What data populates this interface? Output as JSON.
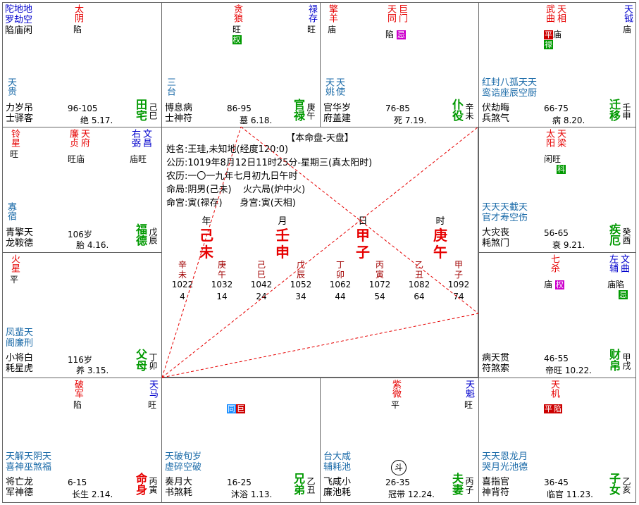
{
  "center": {
    "title": "【本命盘-天盘】",
    "name_line": "姓名:王珪,未知地(经度120:0)",
    "solar_line": "公历:1019年8月12日11时25分-星期三(真太阳时)",
    "lunar_line": "农历:一〇一九年七月初九日午时",
    "ju_line": "命局:阴男(己未)    火六局(炉中火)",
    "gong_line": "命宫:寅(禄存)      身宫:寅(天相)",
    "pillars": [
      {
        "label": "年",
        "top": "己",
        "bottom": "未"
      },
      {
        "label": "月",
        "top": "壬",
        "bottom": "申"
      },
      {
        "label": "日",
        "top": "甲",
        "bottom": "子"
      },
      {
        "label": "时",
        "top": "庚",
        "bottom": "午"
      }
    ],
    "dayun": [
      {
        "gan": "辛",
        "zhi": "未",
        "year": "1022",
        "age": "4"
      },
      {
        "gan": "庚",
        "zhi": "午",
        "year": "1032",
        "age": "14"
      },
      {
        "gan": "己",
        "zhi": "巳",
        "year": "1042",
        "age": "24"
      },
      {
        "gan": "戊",
        "zhi": "辰",
        "year": "1052",
        "age": "34"
      },
      {
        "gan": "丁",
        "zhi": "卯",
        "year": "1062",
        "age": "44"
      },
      {
        "gan": "丙",
        "zhi": "寅",
        "year": "1072",
        "age": "54"
      },
      {
        "gan": "乙",
        "zhi": "丑",
        "year": "1082",
        "age": "64"
      },
      {
        "gan": "甲",
        "zhi": "子",
        "year": "1092",
        "age": "74"
      }
    ]
  },
  "cells": {
    "si": {
      "stars_left": "陀地地",
      "stars_left2": "罗劫空",
      "stars_left3": "陷庙闲",
      "main_star": "太阴",
      "main_br": "陷",
      "minor": [
        "天贵"
      ],
      "gods": [
        "力岁吊",
        "士驿客"
      ],
      "range": "96-105",
      "stage": "绝 5.17.",
      "palace": "田宅",
      "gz": "己巳"
    },
    "wu": {
      "main_star": "贪狼",
      "main_br": "旺",
      "main_badge": "权",
      "star2": "禄存",
      "star2_br": "旺",
      "minor": [
        "三台"
      ],
      "gods": [
        "博息病",
        "士神符"
      ],
      "range": "86-95",
      "stage": "墓 6.18.",
      "palace": "官禄",
      "gz": "庚午"
    },
    "wei": {
      "star_a": "擎羊",
      "star_a_br": "庙",
      "main_star": "天同",
      "main_star2": "巨门",
      "main_br": "陷",
      "main_badge": "忌",
      "minor": [
        "天姚",
        "天使"
      ],
      "gods": [
        "官华岁",
        "府盖建"
      ],
      "range": "76-85",
      "stage": "死 7.19.",
      "palace": "仆役",
      "gz": "辛未"
    },
    "shen": {
      "main_star": "武曲",
      "main_star2": "天相",
      "main_br": "平",
      "main_br2": "庙",
      "main_badge": "禄",
      "star_b": "天钺",
      "star_b_br": "庙",
      "minor_line1": "红封八孤天天",
      "minor_line2": "鸾诰座辰空厨",
      "gods": [
        "伏劫晦",
        "兵煞气"
      ],
      "range": "66-75",
      "stage": "病 8.20.",
      "palace": "迁移",
      "gz": "壬申"
    },
    "chen": {
      "star_a": "铃星",
      "star_a_br": "旺",
      "main_star": "廉贞",
      "main_star2": "天府",
      "main_br": "旺庙",
      "star_b": "右弼",
      "star_b2": "文昌",
      "star_b_br": "庙旺",
      "minor": [
        "寡宿"
      ],
      "gods": [
        "青擎天",
        "龙鞍德"
      ],
      "range": "106岁",
      "stage": "胎 4.16.",
      "palace": "福德",
      "gz": "戊辰"
    },
    "you": {
      "main_star": "太阳",
      "main_star2": "天梁",
      "main_br": "闲旺",
      "main_badge": "科",
      "minor_line1": "天天天截天",
      "minor_line2": "官才寿空伤",
      "gods": [
        "大灾丧",
        "耗煞门"
      ],
      "range": "56-65",
      "stage": "衰 9.21.",
      "palace": "疾厄",
      "gz": "癸酉"
    },
    "mao": {
      "star_a": "火星",
      "star_a_br": "平",
      "minor_line1": "凤蜚天",
      "minor_line2": "阁廉刑",
      "gods": [
        "小将白",
        "耗星虎"
      ],
      "range": "116岁",
      "stage": "养 3.15.",
      "palace": "父母",
      "gz": "丁卯"
    },
    "xu": {
      "main_star": "七杀",
      "main_br": "庙",
      "main_badge": "权",
      "star_b": "左辅",
      "star_b2": "文曲",
      "star_b_br": "庙陷",
      "star_b_badge": "忌",
      "gods": [
        "病天贯",
        "符煞索"
      ],
      "range": "46-55",
      "stage": "帝旺 10.22.",
      "palace": "财帛",
      "gz": "甲戌"
    },
    "yin": {
      "main_star": "破军",
      "main_br": "陷",
      "star_b": "天马",
      "star_b_br": "旺",
      "minor_line1": "天解天阴天",
      "minor_line2": "喜神巫煞福",
      "gods": [
        "将亡龙",
        "军神德"
      ],
      "range": "6-15",
      "stage": "长生 2.14.",
      "palace": "命身",
      "gz": "丙寅"
    },
    "chou": {
      "badge1": "同",
      "badge2": "巨",
      "minor_line1": "天破旬岁",
      "minor_line2": "虚碎空破",
      "gods": [
        "奏月大",
        "书煞耗"
      ],
      "range": "16-25",
      "stage": "沐浴 1.13.",
      "palace": "兄弟",
      "gz": "乙丑"
    },
    "zi": {
      "main_star": "紫微",
      "main_br": "平",
      "star_b": "天魁",
      "star_b_br": "旺",
      "minor_line1": "台大咸",
      "minor_line2": "辅耗池",
      "gods": [
        "飞咸小",
        "廉池耗"
      ],
      "mark": "斗",
      "range": "26-35",
      "stage": "冠带 12.24.",
      "palace": "夫妻",
      "gz": "丙子"
    },
    "hai": {
      "main_star": "天机",
      "main_br": "平",
      "main_br2": "陷",
      "minor_line1": "天天恩龙月",
      "minor_line2": "哭月光池德",
      "gods": [
        "喜指官",
        "神背符"
      ],
      "range": "36-45",
      "stage": "临官 11.23.",
      "palace": "子女",
      "gz": "乙亥"
    }
  }
}
